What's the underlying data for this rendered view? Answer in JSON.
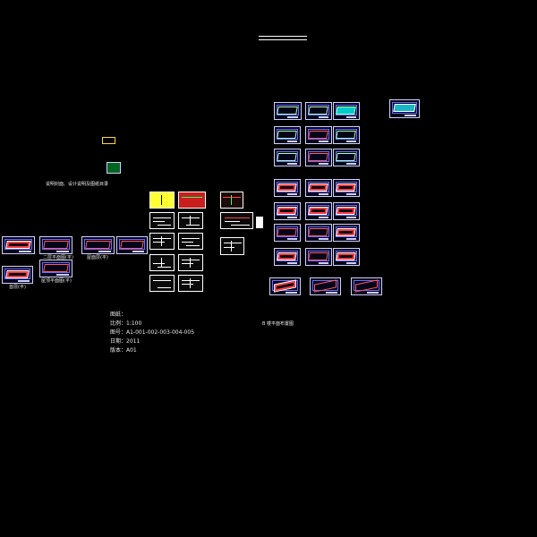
{
  "drawing": {
    "caption_left": "说明封面、设计说明及图纸目录",
    "caption_right": "B 楼平面布置图",
    "labels": {
      "row1_a": "首层(平)",
      "row1_b": "二层平面图(平)",
      "row1_c": "屋面层(平)",
      "row2_b": "屋顶平面图(平)"
    },
    "info_block": {
      "heading": "图纸：",
      "line1": "比例：1:100",
      "line2": "图号：A1-001-002-003-004-005",
      "line3": "日期：2011",
      "line4": "版本：A01"
    }
  },
  "colors": {
    "background": "#000000",
    "sheet_border": "#cfd0ff",
    "plan_green": "#a9ffb0",
    "plan_red": "#ff5a5a",
    "yellow_sheet": "#ffff33"
  }
}
